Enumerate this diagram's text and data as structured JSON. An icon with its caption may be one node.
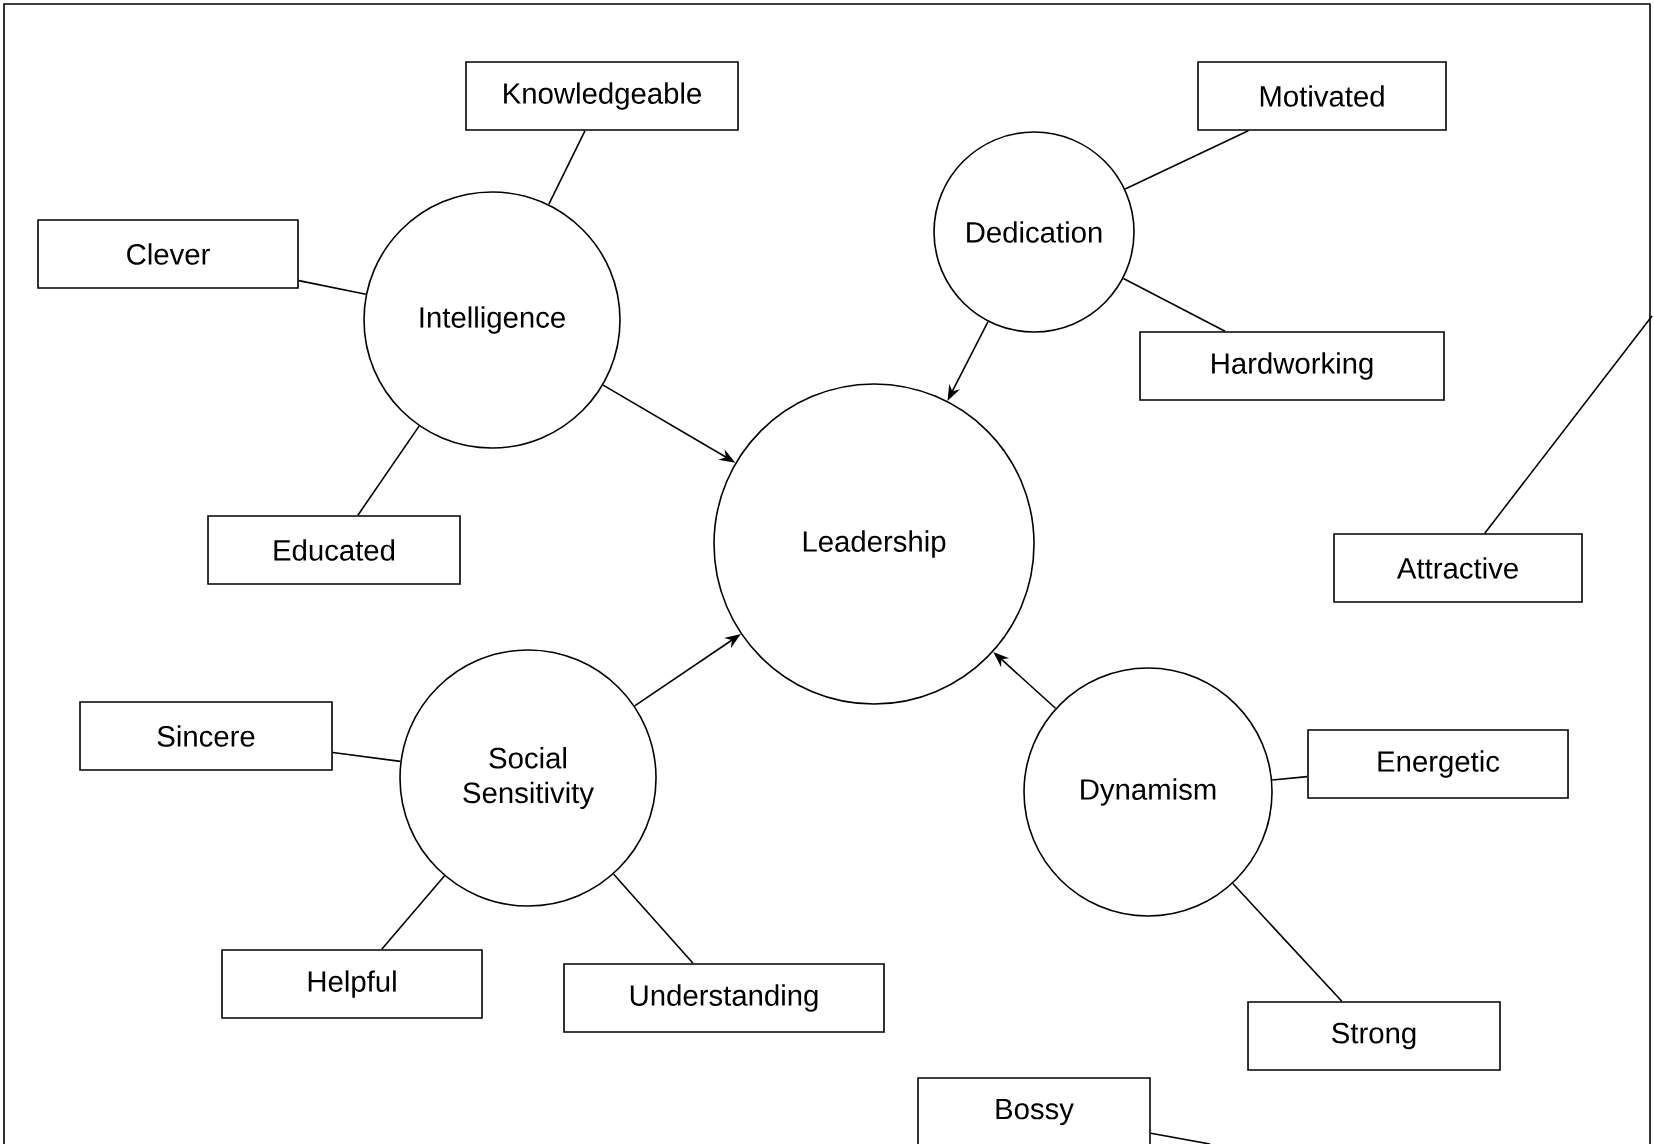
{
  "diagram": {
    "nodes": [
      {
        "text": [
          "Leadership"
        ]
      },
      {
        "text": [
          "Intelligence"
        ]
      },
      {
        "text": [
          "Knowledgeable"
        ]
      },
      {
        "text": [
          "Clever"
        ]
      },
      {
        "text": [
          "Educated"
        ]
      },
      {
        "text": [
          "Dedication"
        ]
      },
      {
        "text": [
          "Motivated"
        ]
      },
      {
        "text": [
          "Hardworking"
        ]
      },
      {
        "text": [
          "Attractive"
        ]
      },
      {
        "text": [
          "Social Sensitivity"
        ]
      },
      {
        "text": [
          "Sincere"
        ]
      },
      {
        "text": [
          "Helpful"
        ]
      },
      {
        "text": [
          "Understanding"
        ]
      },
      {
        "text": [
          "Dynamism"
        ]
      },
      {
        "text": [
          "Energetic"
        ]
      },
      {
        "text": [
          "Strong"
        ]
      },
      {
        "text": [
          "Bossy"
        ]
      }
    ],
    "edges": [
      {
        "from": 1,
        "to": 0,
        "arrow": "to"
      },
      {
        "from": 5,
        "to": 0,
        "arrow": "to"
      },
      {
        "from": 9,
        "to": 0,
        "arrow": "to"
      },
      {
        "from": 13,
        "to": 0,
        "arrow": "to"
      },
      {
        "from": 1,
        "to": 2,
        "arrow": "none"
      },
      {
        "from": 1,
        "to": 3,
        "arrow": "none"
      },
      {
        "from": 1,
        "to": 4,
        "arrow": "none"
      },
      {
        "from": 5,
        "to": 6,
        "arrow": "none"
      },
      {
        "from": 5,
        "to": 7,
        "arrow": "none"
      },
      {
        "from": 8,
        "to": null,
        "arrow": "none"
      },
      {
        "from": 9,
        "to": 10,
        "arrow": "none"
      },
      {
        "from": 9,
        "to": 11,
        "arrow": "none"
      },
      {
        "from": 9,
        "to": 12,
        "arrow": "none"
      },
      {
        "from": 13,
        "to": 14,
        "arrow": "none"
      },
      {
        "from": 13,
        "to": 15,
        "arrow": "none"
      },
      {
        "from": 16,
        "to": null,
        "arrow": "none"
      }
    ]
  }
}
